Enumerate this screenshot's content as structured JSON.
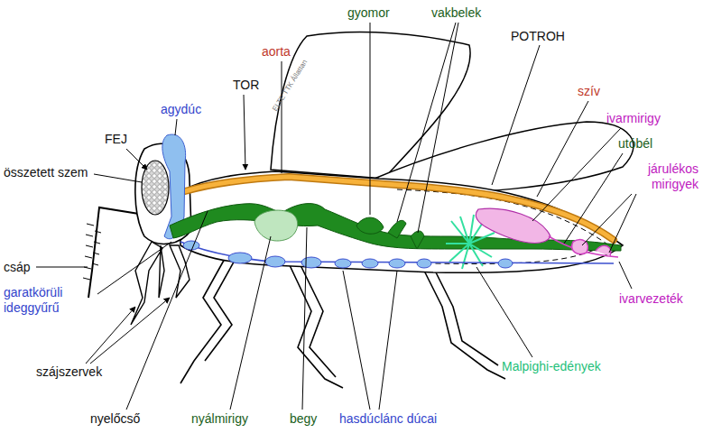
{
  "diagram": {
    "labels": [
      "gyomor",
      "vakbelek",
      "POTROH",
      "aorta",
      "TOR",
      "szív",
      "agydúc",
      "ivarmirigy",
      "FEJ",
      "utóbél",
      "járulékos mirigyek",
      "összetett szem",
      "ELTE TTK Állattan",
      "csáp",
      "garatkörüli ideggyűrű",
      "ivarvezeték",
      "szájszervek",
      "Malpighi-edények",
      "nyelőcső",
      "nyálmirigy",
      "begy",
      "hasdúclánc dúcai"
    ]
  }
}
